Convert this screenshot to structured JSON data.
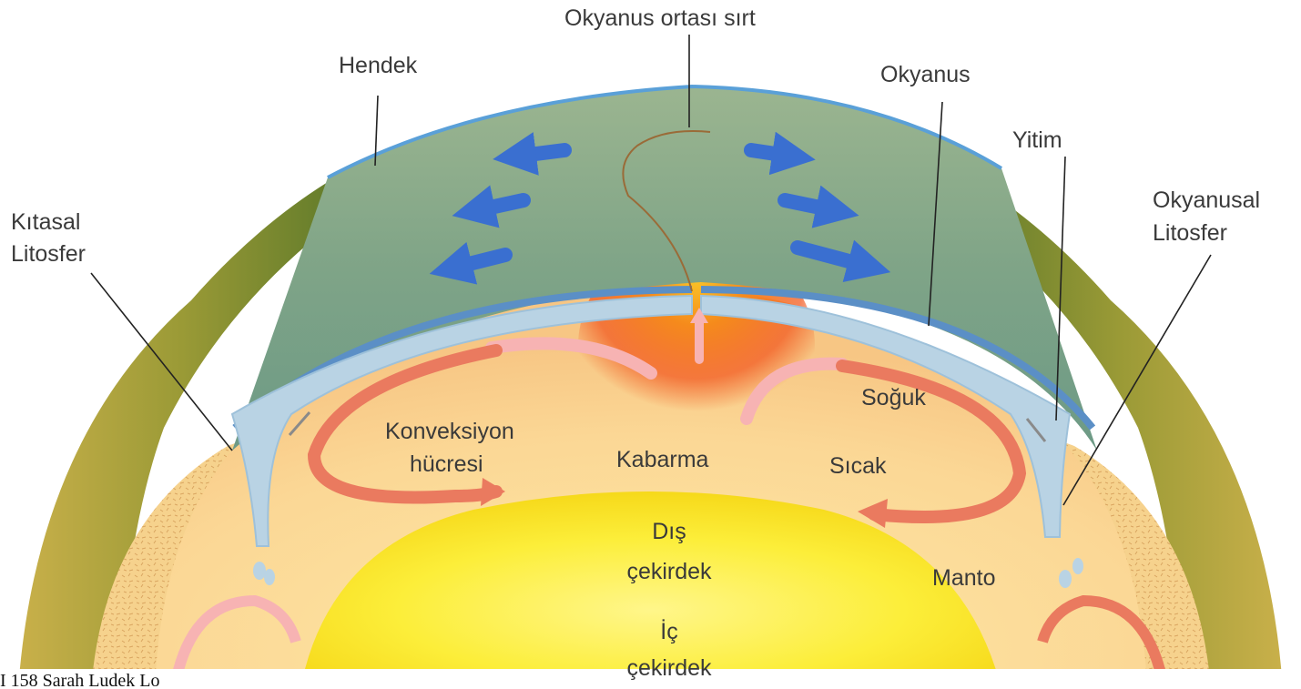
{
  "labels": {
    "mid_ocean_ridge": "Okyanus ortası sırt",
    "trench": "Hendek",
    "ocean": "Okyanus",
    "subduction": "Yitim",
    "continental_lithosphere_1": "Kıtasal",
    "continental_lithosphere_2": "Litosfer",
    "oceanic_lithosphere_1": "Okyanusal",
    "oceanic_lithosphere_2": "Litosfer",
    "convection_cell_1": "Konveksiyon",
    "convection_cell_2": "hücresi",
    "upwelling": "Kabarma",
    "cold": "Soğuk",
    "hot": "Sıcak",
    "outer_core_1": "Dış",
    "outer_core_2": "çekirdek",
    "mantle": "Manto",
    "inner_core_1": "İç",
    "inner_core_2": "çekirdek"
  },
  "caption": "I 158 Sarah Ludek Lo",
  "colors": {
    "ocean_plate": "#7fa68a",
    "ocean_edge": "#5aa0d8",
    "continent": "#b6a13a",
    "continent_dark": "#6f7a2a",
    "mantle": "#fbd99a",
    "outer_core": "#fcee3a",
    "lithosphere_slab": "#b9d3e4",
    "hot_upwelling": "#f25b22",
    "convection_arrow": "#ea7a5f",
    "convection_arrow_light": "#f7b3b3",
    "spreading_arrow": "#3a6fd0",
    "crust_speckle": "#e9c48e"
  }
}
